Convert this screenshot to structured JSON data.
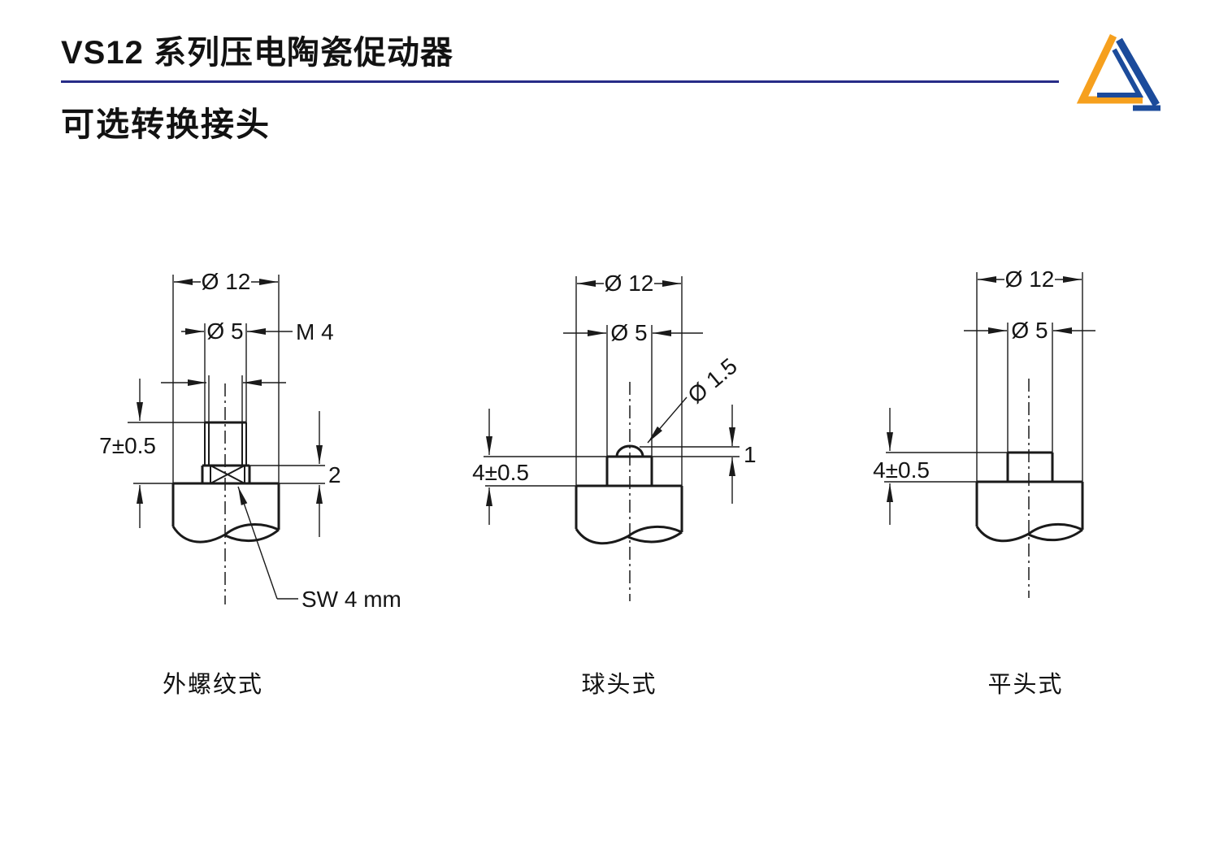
{
  "header": {
    "title": "VS12 系列压电陶瓷促动器",
    "subtitle": "可选转换接头"
  },
  "logo": {
    "orange": "#F6A01E",
    "blue": "#1C4B9B"
  },
  "accent_rule_color": "#272c87",
  "drawings": [
    {
      "id": "external-thread",
      "label": "外螺纹式",
      "dims": {
        "outer_diameter": "Ø 12",
        "boss_diameter": "Ø 5",
        "thread": "M 4",
        "height": "7±0.5",
        "flange_thickness": "2",
        "wrench_flat": "SW 4 mm"
      }
    },
    {
      "id": "ball-tip",
      "label": "球头式",
      "dims": {
        "outer_diameter": "Ø 12",
        "boss_diameter": "Ø 5",
        "ball_diameter": "Ø 1.5",
        "height": "4±0.5",
        "tip_height": "1"
      }
    },
    {
      "id": "flat-tip",
      "label": "平头式",
      "dims": {
        "outer_diameter": "Ø 12",
        "boss_diameter": "Ø 5",
        "height": "4±0.5"
      }
    }
  ]
}
